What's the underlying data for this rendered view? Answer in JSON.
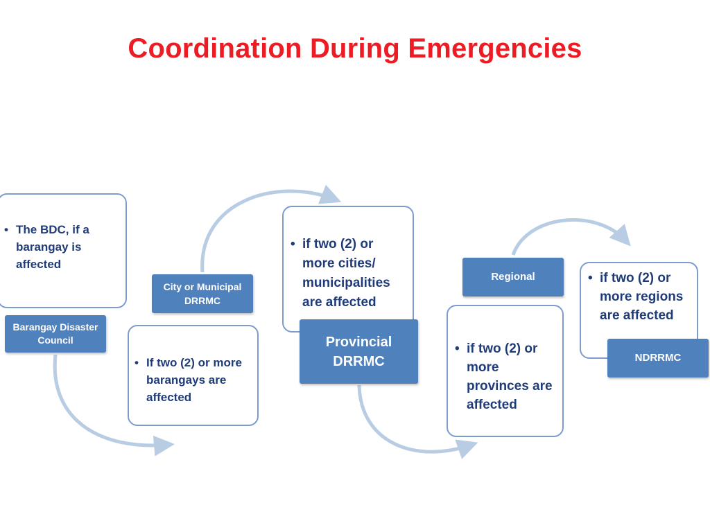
{
  "title": "Coordination During Emergencies",
  "colors": {
    "title": "#ec1c24",
    "label_fill": "#4f81bd",
    "box_border": "#7b9ccc",
    "box_text": "#1f3c78",
    "arrow": "#b8cce4"
  },
  "steps": [
    {
      "label": "Barangay Disaster Council",
      "condition": "The BDC, if a barangay is affected"
    },
    {
      "label": "City or Municipal DRRMC",
      "condition": "If two (2) or more barangays are affected"
    },
    {
      "label": "Provincial DRRMC",
      "condition": "if two (2) or more cities/ municipalities are affected"
    },
    {
      "label": "Regional",
      "condition": "if two (2) or more provinces are affected"
    },
    {
      "label": "NDRRMC",
      "condition": "if two (2) or more regions are affected"
    }
  ]
}
